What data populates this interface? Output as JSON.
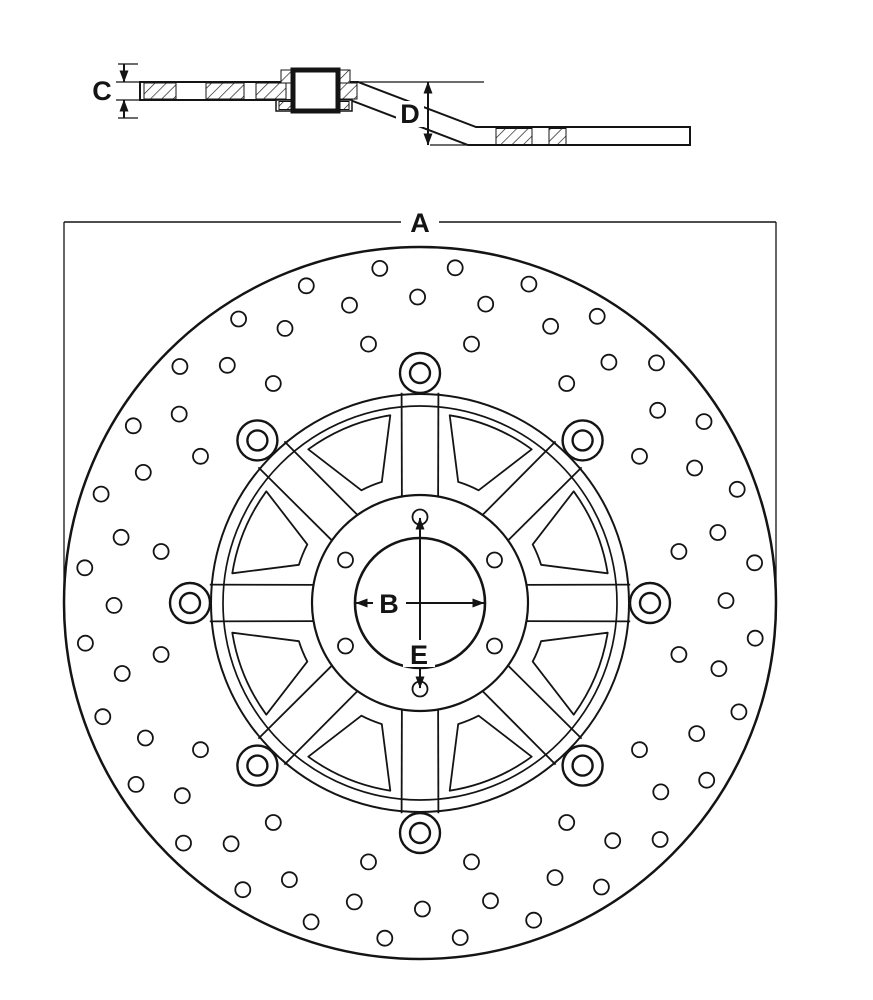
{
  "diagram": {
    "labels": {
      "overall_diameter": "A",
      "bore_diameter": "B",
      "thickness": "C",
      "offset": "D",
      "bolt_circle": "E"
    },
    "colors": {
      "line": "#141414",
      "background": "#ffffff"
    }
  }
}
